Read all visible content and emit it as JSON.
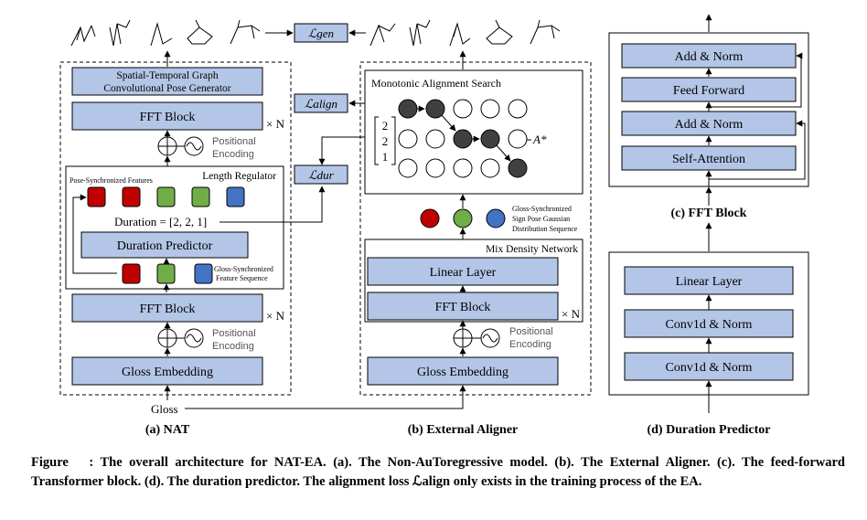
{
  "nat": {
    "pose_generator": [
      "Spatial-Temporal Graph",
      "Convolutional Pose Generator"
    ],
    "fft_block": "FFT Block",
    "times_n": "× N",
    "positional_encoding": [
      "Positional",
      "Encoding"
    ],
    "length_regulator": "Length Regulator",
    "pose_synchronized_features": "Pose-Synchronized Features",
    "duration_text": "Duration = [2, 2, 1]",
    "duration_predictor": "Duration Predictor",
    "gloss_synchronized_sequence": [
      "Gloss-Synchronized",
      "Feature Sequence"
    ],
    "gloss_embedding": "Gloss Embedding",
    "gloss_input": "Gloss",
    "caption": "(a) NAT"
  },
  "losses": {
    "gen": "ℒgen",
    "align": "ℒalign",
    "dur": "ℒdur"
  },
  "aligner": {
    "mas_title": "Monotonic Alignment Search",
    "matrix_values": [
      "2",
      "2",
      "1"
    ],
    "a_star": "A*",
    "gaussian_label": [
      "Gloss-Synchronized",
      "Sign Pose Gaussian",
      "Distribution Sequence"
    ],
    "mdn_title": "Mix Density Network",
    "linear_layer": "Linear Layer",
    "fft_block": "FFT Block",
    "times_n": "× N",
    "positional_encoding": [
      "Positional",
      "Encoding"
    ],
    "gloss_embedding": "Gloss Embedding",
    "caption": "(b) External Aligner"
  },
  "fft": {
    "add_norm_top": "Add & Norm",
    "feed_forward": "Feed Forward",
    "add_norm_bottom": "Add & Norm",
    "self_attention": "Self-Attention",
    "caption": "(c) FFT Block"
  },
  "dp": {
    "linear_layer": "Linear Layer",
    "conv1": "Conv1d & Norm",
    "conv2": "Conv1d & Norm",
    "caption": "(d) Duration Predictor"
  },
  "colors": {
    "block": "#b4c6e7",
    "red": "#c00000",
    "green": "#70ad47",
    "blue": "#4472c4",
    "dark_node": "#404040"
  },
  "figure_caption": "Figure   : The overall architecture for NAT-EA. (a). The Non-AuToregressive model. (b). The External Aligner. (c). The feed-forward Transformer block. (d). The duration predictor. The alignment loss ℒalign only exists in the training process of the EA."
}
